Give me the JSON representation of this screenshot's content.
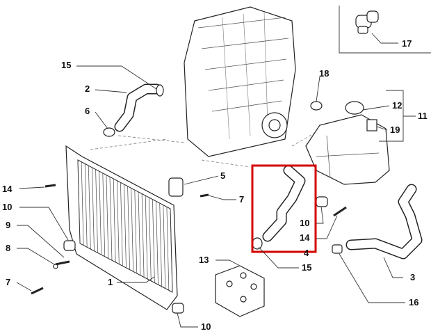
{
  "diagram": {
    "highlight_color": "#d40000",
    "callouts": {
      "c15_top": "15",
      "c2": "2",
      "c6": "6",
      "c14_left": "14",
      "c10_left": "10",
      "c9": "9",
      "c8": "8",
      "c7_left": "7",
      "c1": "1",
      "c5": "5",
      "c7_mid": "7",
      "c13": "13",
      "c10_bottom": "10",
      "c18": "18",
      "c12": "12",
      "c11": "11",
      "c19": "19",
      "c17": "17",
      "c10_right": "10",
      "c14_right": "14",
      "c4": "4",
      "c15_bottom": "15",
      "c3": "3",
      "c16": "16"
    }
  }
}
